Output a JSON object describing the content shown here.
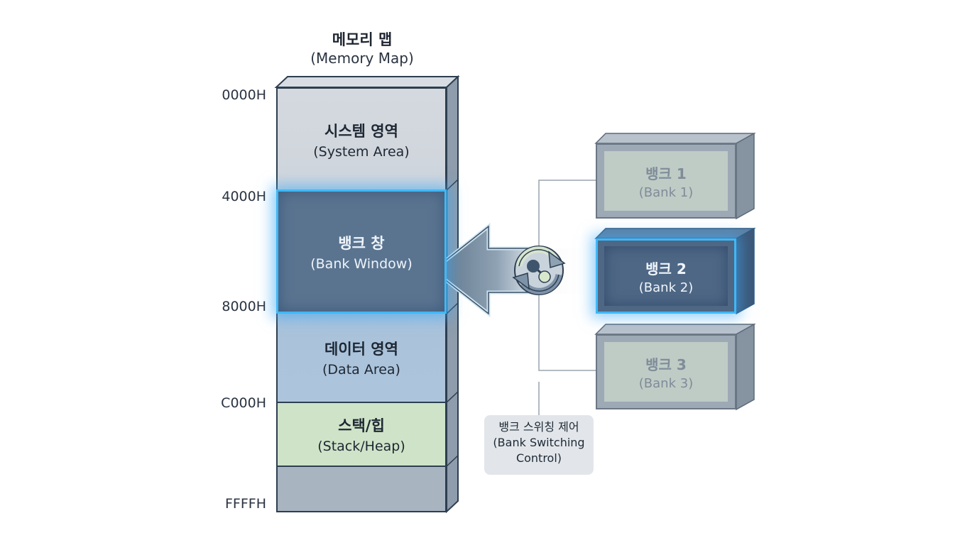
{
  "title": {
    "korean": "메모리 맵",
    "english": "(Memory Map)"
  },
  "addresses": [
    "0000H",
    "4000H",
    "8000H",
    "C000H",
    "FFFFH"
  ],
  "segments": [
    {
      "id": "system",
      "korean": "시스템 영역",
      "english": "(System Area)",
      "range": [
        "0000H",
        "4000H"
      ],
      "color": "#d2d8de"
    },
    {
      "id": "bank-window",
      "korean": "뱅크 창",
      "english": "(Bank Window)",
      "range": [
        "4000H",
        "8000H"
      ],
      "color": "#5a7490",
      "highlighted": true
    },
    {
      "id": "data",
      "korean": "데이터 영역",
      "english": "(Data Area)",
      "range": [
        "8000H",
        "C000H"
      ],
      "color": "#abc3db"
    },
    {
      "id": "stack-heap",
      "korean": "스택/힙",
      "english": "(Stack/Heap)",
      "color": "#cfe3c8"
    },
    {
      "id": "reserved",
      "korean": "",
      "english": "",
      "range": [
        "",
        "FFFFH"
      ],
      "color": "#a9b4c1"
    }
  ],
  "banks": [
    {
      "korean": "뱅크 1",
      "english": "(Bank 1)",
      "active": false
    },
    {
      "korean": "뱅크 2",
      "english": "(Bank 2)",
      "active": true
    },
    {
      "korean": "뱅크 3",
      "english": "(Bank 3)",
      "active": false
    }
  ],
  "control": {
    "korean": "뱅크 스위칭 제어",
    "english_line1": "(Bank Switching",
    "english_line2": "Control)"
  },
  "icons": {
    "switch": "swap-cycle-icon",
    "arrow": "arrow-left-icon"
  },
  "colors": {
    "highlight": "#3fb8f5",
    "outline": "#2d3e50",
    "connector": "#9aa3ad"
  }
}
